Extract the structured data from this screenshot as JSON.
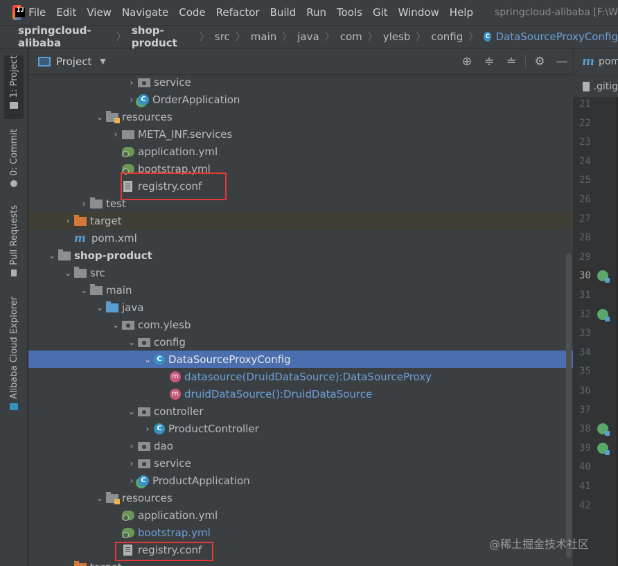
{
  "menubar": {
    "items": [
      "File",
      "Edit",
      "View",
      "Navigate",
      "Code",
      "Refactor",
      "Build",
      "Run",
      "Tools",
      "Git",
      "Window",
      "Help"
    ],
    "window_title": "springcloud-alibaba [F:\\W"
  },
  "breadcrumb": {
    "items": [
      "springcloud-alibaba",
      "shop-product",
      "src",
      "main",
      "java",
      "com",
      "ylesb",
      "config"
    ],
    "current": "DataSourceProxyConfig"
  },
  "toolstrip": {
    "tabs": [
      "1: Project",
      "0: Commit",
      "Pull Requests",
      "Alibaba Cloud Explorer"
    ]
  },
  "panel": {
    "title": "Project",
    "header_icons": [
      "locate-icon",
      "expand-all-icon",
      "collapse-all-icon",
      "gear-icon",
      "minimize-icon"
    ]
  },
  "tree": {
    "rows": [
      {
        "label": "service",
        "type": "pkg",
        "arrow": "right"
      },
      {
        "label": "OrderApplication",
        "type": "cls-app",
        "arrow": "right"
      },
      {
        "label": "resources",
        "type": "folder-res",
        "arrow": "down"
      },
      {
        "label": "META_INF.services",
        "type": "folder",
        "arrow": "right"
      },
      {
        "label": "application.yml",
        "type": "yml",
        "arrow": ""
      },
      {
        "label": "bootstrap.yml",
        "type": "yml",
        "arrow": ""
      },
      {
        "label": "registry.conf",
        "type": "conf",
        "arrow": ""
      },
      {
        "label": "test",
        "type": "folder",
        "arrow": "right"
      },
      {
        "label": "target",
        "type": "folder-orange",
        "arrow": "right"
      },
      {
        "label": "pom.xml",
        "type": "maven",
        "arrow": ""
      },
      {
        "label": "shop-product",
        "type": "folder",
        "arrow": "down"
      },
      {
        "label": "src",
        "type": "folder",
        "arrow": "down"
      },
      {
        "label": "main",
        "type": "folder",
        "arrow": "down"
      },
      {
        "label": "java",
        "type": "folder-blue",
        "arrow": "down"
      },
      {
        "label": "com.ylesb",
        "type": "pkg",
        "arrow": "down"
      },
      {
        "label": "config",
        "type": "pkg",
        "arrow": "down"
      },
      {
        "label": "DataSourceProxyConfig",
        "type": "cls",
        "arrow": "down"
      },
      {
        "label": "datasource(DruidDataSource):DataSourceProxy",
        "type": "method",
        "arrow": ""
      },
      {
        "label": "druidDataSource():DruidDataSource",
        "type": "method",
        "arrow": ""
      },
      {
        "label": "controller",
        "type": "pkg",
        "arrow": "down"
      },
      {
        "label": "ProductController",
        "type": "cls",
        "arrow": "right"
      },
      {
        "label": "dao",
        "type": "pkg",
        "arrow": "right"
      },
      {
        "label": "service",
        "type": "pkg",
        "arrow": "right"
      },
      {
        "label": "ProductApplication",
        "type": "cls-app",
        "arrow": "right"
      },
      {
        "label": "resources",
        "type": "folder-res",
        "arrow": "down"
      },
      {
        "label": "application.yml",
        "type": "yml",
        "arrow": ""
      },
      {
        "label": "bootstrap.yml",
        "type": "yml",
        "arrow": ""
      },
      {
        "label": "registry.conf",
        "type": "conf",
        "arrow": ""
      },
      {
        "label": "target",
        "type": "folder-orange",
        "arrow": "right"
      }
    ]
  },
  "editor": {
    "tab1": "pom",
    "tab2": ".gitig",
    "line_numbers": [
      "21",
      "22",
      "23",
      "24",
      "25",
      "26",
      "27",
      "28",
      "29",
      "30",
      "31",
      "32",
      "33",
      "34",
      "35",
      "36",
      "37",
      "38",
      "39",
      "40",
      "41",
      "42"
    ],
    "current_line": "30"
  },
  "watermark": "@稀土掘金技术社区",
  "colors": {
    "selection": "#4b6eaf",
    "highlight_box": "#e53935",
    "link": "#6aa0d8"
  }
}
